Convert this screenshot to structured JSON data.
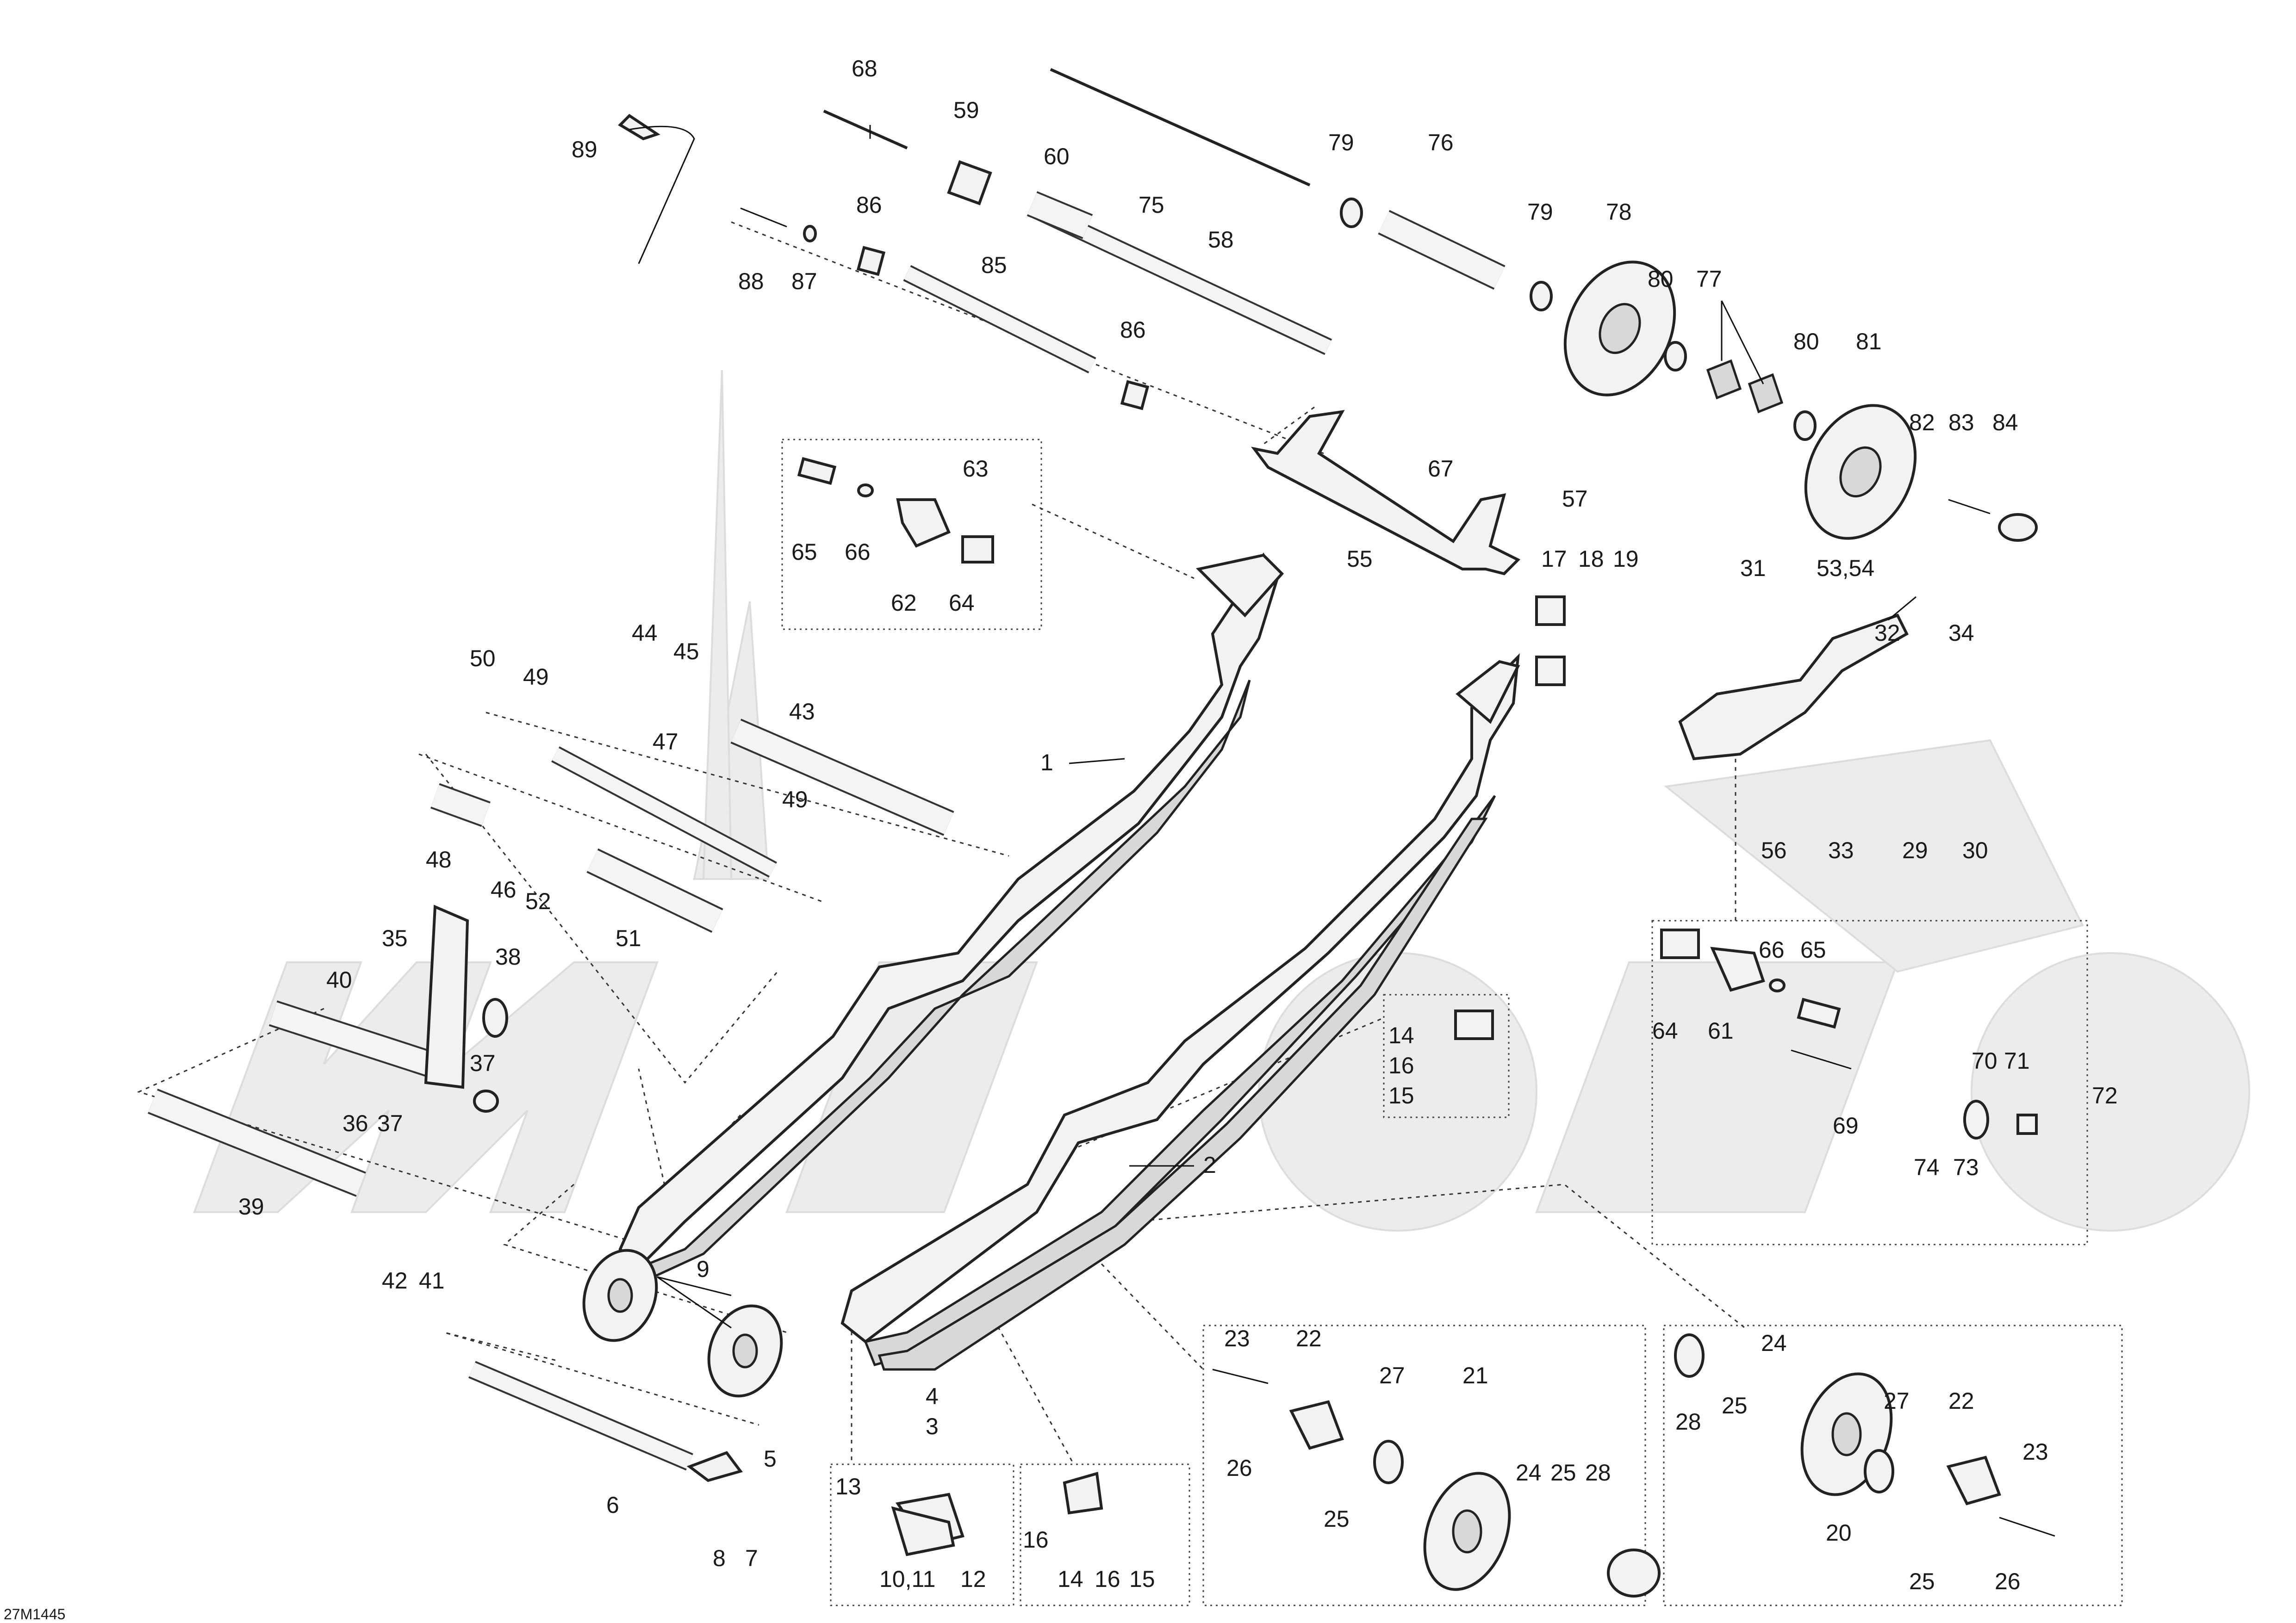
{
  "diagram_code": "27M1445",
  "watermark": "",
  "labels": {
    "l1": "1",
    "l2": "2",
    "l3": "3",
    "l4": "4",
    "l5": "5",
    "l6": "6",
    "l7": "7",
    "l8": "8",
    "l9": "9",
    "l1011": "10,11",
    "l12": "12",
    "l13": "13",
    "l14a": "14",
    "l14b": "14",
    "l15a": "15",
    "l15b": "15",
    "l16a": "16",
    "l16b": "16",
    "l16c": "16",
    "l17": "17",
    "l18": "18",
    "l19": "19",
    "l20": "20",
    "l21": "21",
    "l22a": "22",
    "l22b": "22",
    "l23a": "23",
    "l23b": "23",
    "l24a": "24",
    "l24b": "24",
    "l25a": "25",
    "l25b": "25",
    "l25c": "25",
    "l25d": "25",
    "l26a": "26",
    "l26b": "26",
    "l27a": "27",
    "l27b": "27",
    "l28a": "28",
    "l28b": "28",
    "l29": "29",
    "l30": "30",
    "l31": "31",
    "l32": "32",
    "l33": "33",
    "l34": "34",
    "l35": "35",
    "l36": "36",
    "l37a": "37",
    "l37b": "37",
    "l38": "38",
    "l39": "39",
    "l40": "40",
    "l41": "41",
    "l42": "42",
    "l43": "43",
    "l44": "44",
    "l45": "45",
    "l46": "46",
    "l47": "47",
    "l48": "48",
    "l49a": "49",
    "l49b": "49",
    "l50": "50",
    "l51": "51",
    "l52": "52",
    "l5354": "53,54",
    "l55": "55",
    "l56": "56",
    "l57": "57",
    "l58": "58",
    "l59": "59",
    "l60": "60",
    "l61": "61",
    "l62": "62",
    "l63": "63",
    "l64a": "64",
    "l64b": "64",
    "l65a": "65",
    "l65b": "65",
    "l66a": "66",
    "l66b": "66",
    "l67": "67",
    "l68": "68",
    "l69": "69",
    "l70": "70",
    "l71": "71",
    "l72": "72",
    "l73": "73",
    "l74": "74",
    "l75": "75",
    "l76": "76",
    "l77": "77",
    "l78": "78",
    "l79a": "79",
    "l79b": "79",
    "l80a": "80",
    "l80b": "80",
    "l81": "81",
    "l82": "82",
    "l83": "83",
    "l84": "84",
    "l85": "85",
    "l86a": "86",
    "l86b": "86",
    "l87": "87",
    "l88": "88",
    "l89": "89"
  }
}
